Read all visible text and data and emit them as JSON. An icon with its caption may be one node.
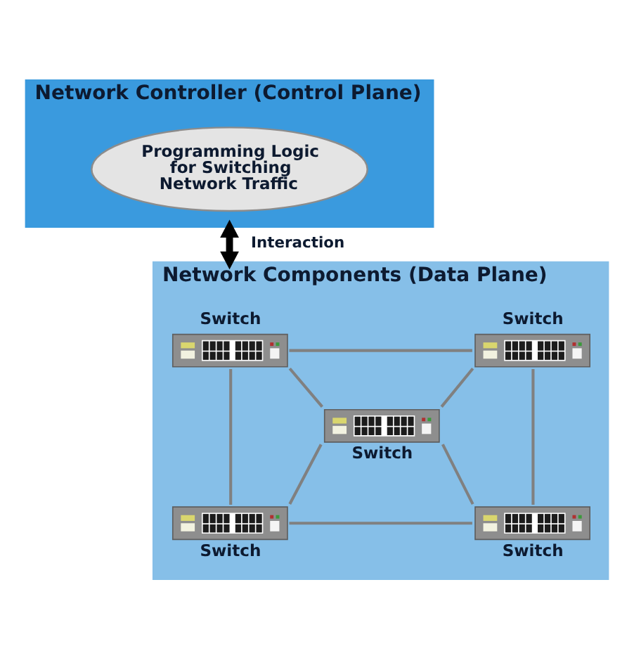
{
  "diagram": {
    "nodes": [
      {
        "text": [
          "Network Controller (Control Plane)"
        ]
      },
      {
        "text": [
          "Programming Logic for Switching Network Traffic"
        ],
        "in": 0
      },
      {
        "text": [
          "Network Components (Data Plane)"
        ]
      },
      {
        "text": [
          "Switch"
        ],
        "in": 2
      },
      {
        "text": [
          "Switch"
        ],
        "in": 2
      },
      {
        "text": [
          "Switch"
        ],
        "in": 2
      },
      {
        "text": [
          "Switch"
        ],
        "in": 2
      },
      {
        "text": [
          "Switch"
        ],
        "in": 2
      }
    ],
    "edges": [
      {
        "from": 0,
        "to": 2,
        "arrow": "both",
        "label": "Interaction",
        "style": "thick",
        "color": "#000000"
      },
      {
        "from": 3,
        "to": 4,
        "arrow": "none"
      },
      {
        "from": 3,
        "to": 6,
        "arrow": "none"
      },
      {
        "from": 3,
        "to": 5,
        "arrow": "none"
      },
      {
        "from": 4,
        "to": 5,
        "arrow": "none"
      },
      {
        "from": 4,
        "to": 7,
        "arrow": "none"
      },
      {
        "from": 5,
        "to": 6,
        "arrow": "none"
      },
      {
        "from": 5,
        "to": 7,
        "arrow": "none"
      },
      {
        "from": 6,
        "to": 7,
        "arrow": "none"
      }
    ]
  }
}
